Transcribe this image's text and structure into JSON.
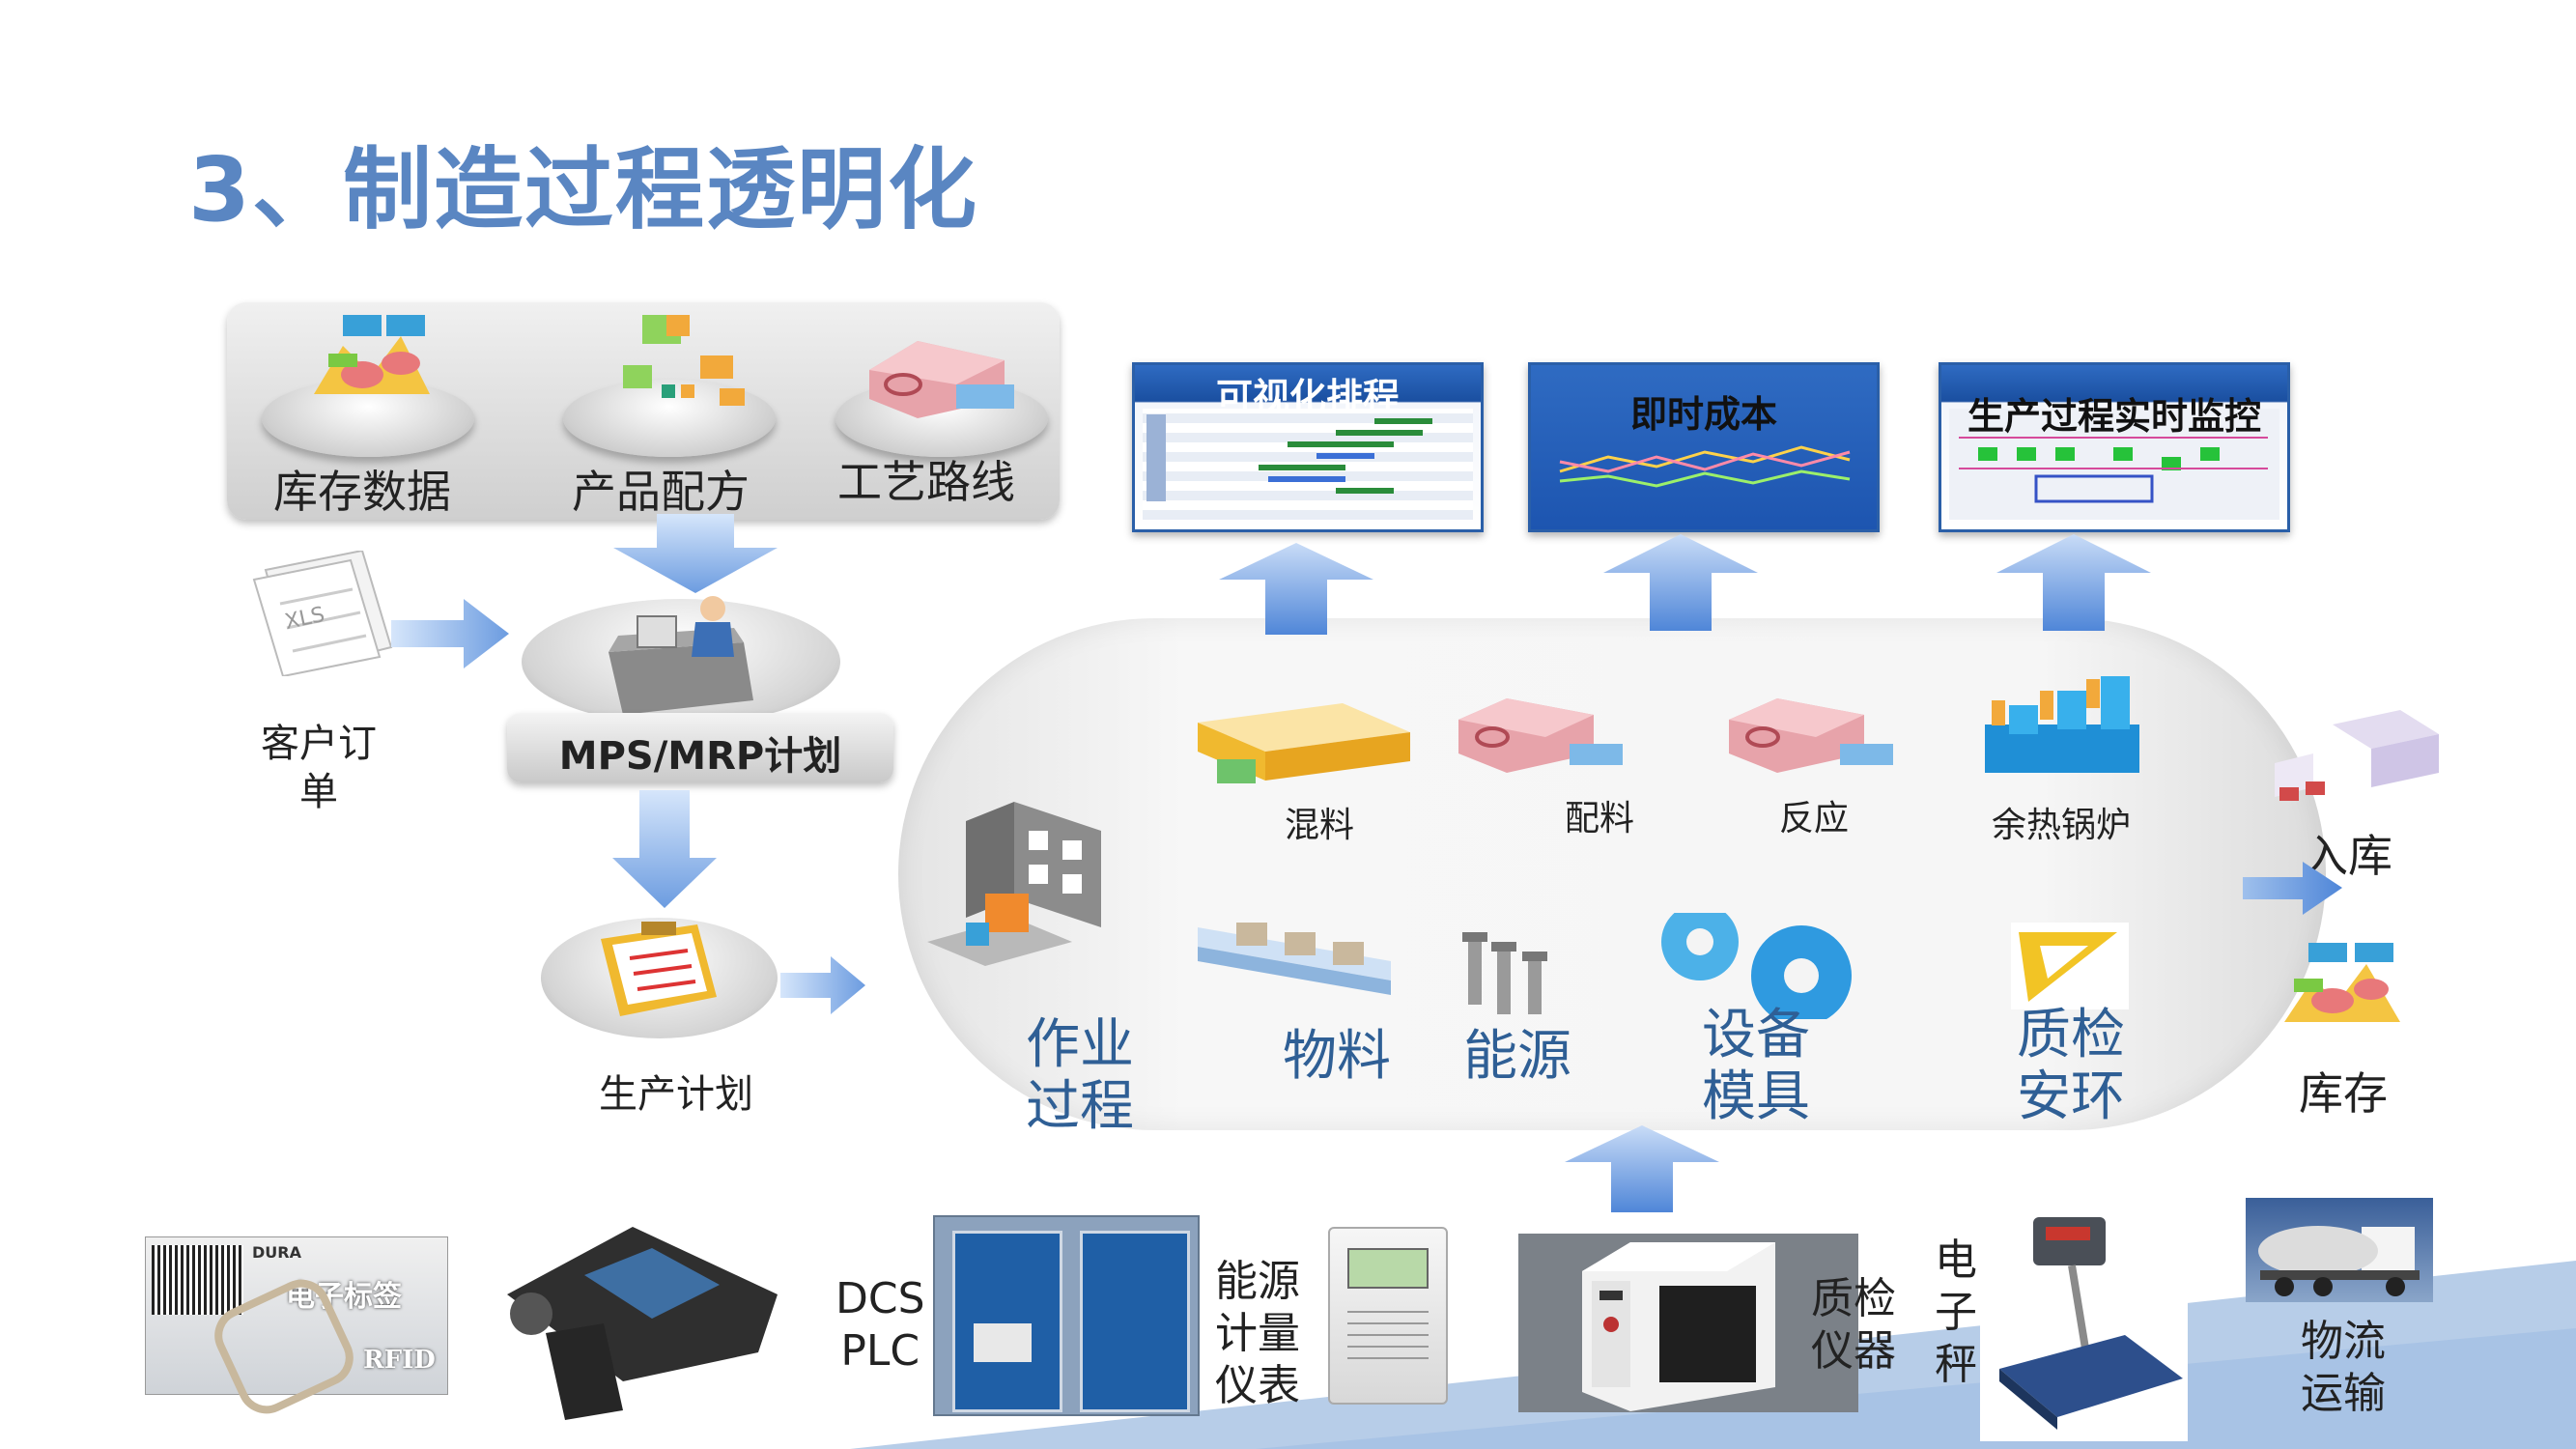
{
  "title": "3、制造过程透明化",
  "data_panel": {
    "items": [
      "库存数据",
      "产品配方",
      "工艺路线"
    ]
  },
  "customer_order": "客户订单",
  "xls_label": "XLS",
  "mps_label": "MPS/MRP计划",
  "production_plan": "生产计划",
  "screens": [
    "可视化排程",
    "即时成本",
    "生产过程实时监控"
  ],
  "processes": [
    "混料",
    "配料",
    "反应",
    "余热锅炉"
  ],
  "elements": {
    "work": [
      "作业",
      "过程"
    ],
    "material": "物料",
    "energy": "能源",
    "equipment": [
      "设备",
      "模具"
    ],
    "quality": [
      "质检",
      "安环"
    ]
  },
  "outputs": {
    "warehouse_in": "入库",
    "inventory": "库存"
  },
  "rfid_tag": {
    "maker": "DURA",
    "label": "电子标签",
    "rfid": "RFID"
  },
  "devices": {
    "dcs": [
      "DCS",
      "PLC"
    ],
    "meter": [
      "能源",
      "计量",
      "仪表"
    ],
    "quality_instrument": [
      "质检",
      "仪器"
    ],
    "scale": [
      "电",
      "子",
      "秤"
    ],
    "logistics": [
      "物流",
      "运输"
    ]
  },
  "colors": {
    "title": "#5a86c2",
    "element_text": "#2f5f95",
    "arrow": "#6c9ce0",
    "screen_frame": "#2a5fa8"
  }
}
